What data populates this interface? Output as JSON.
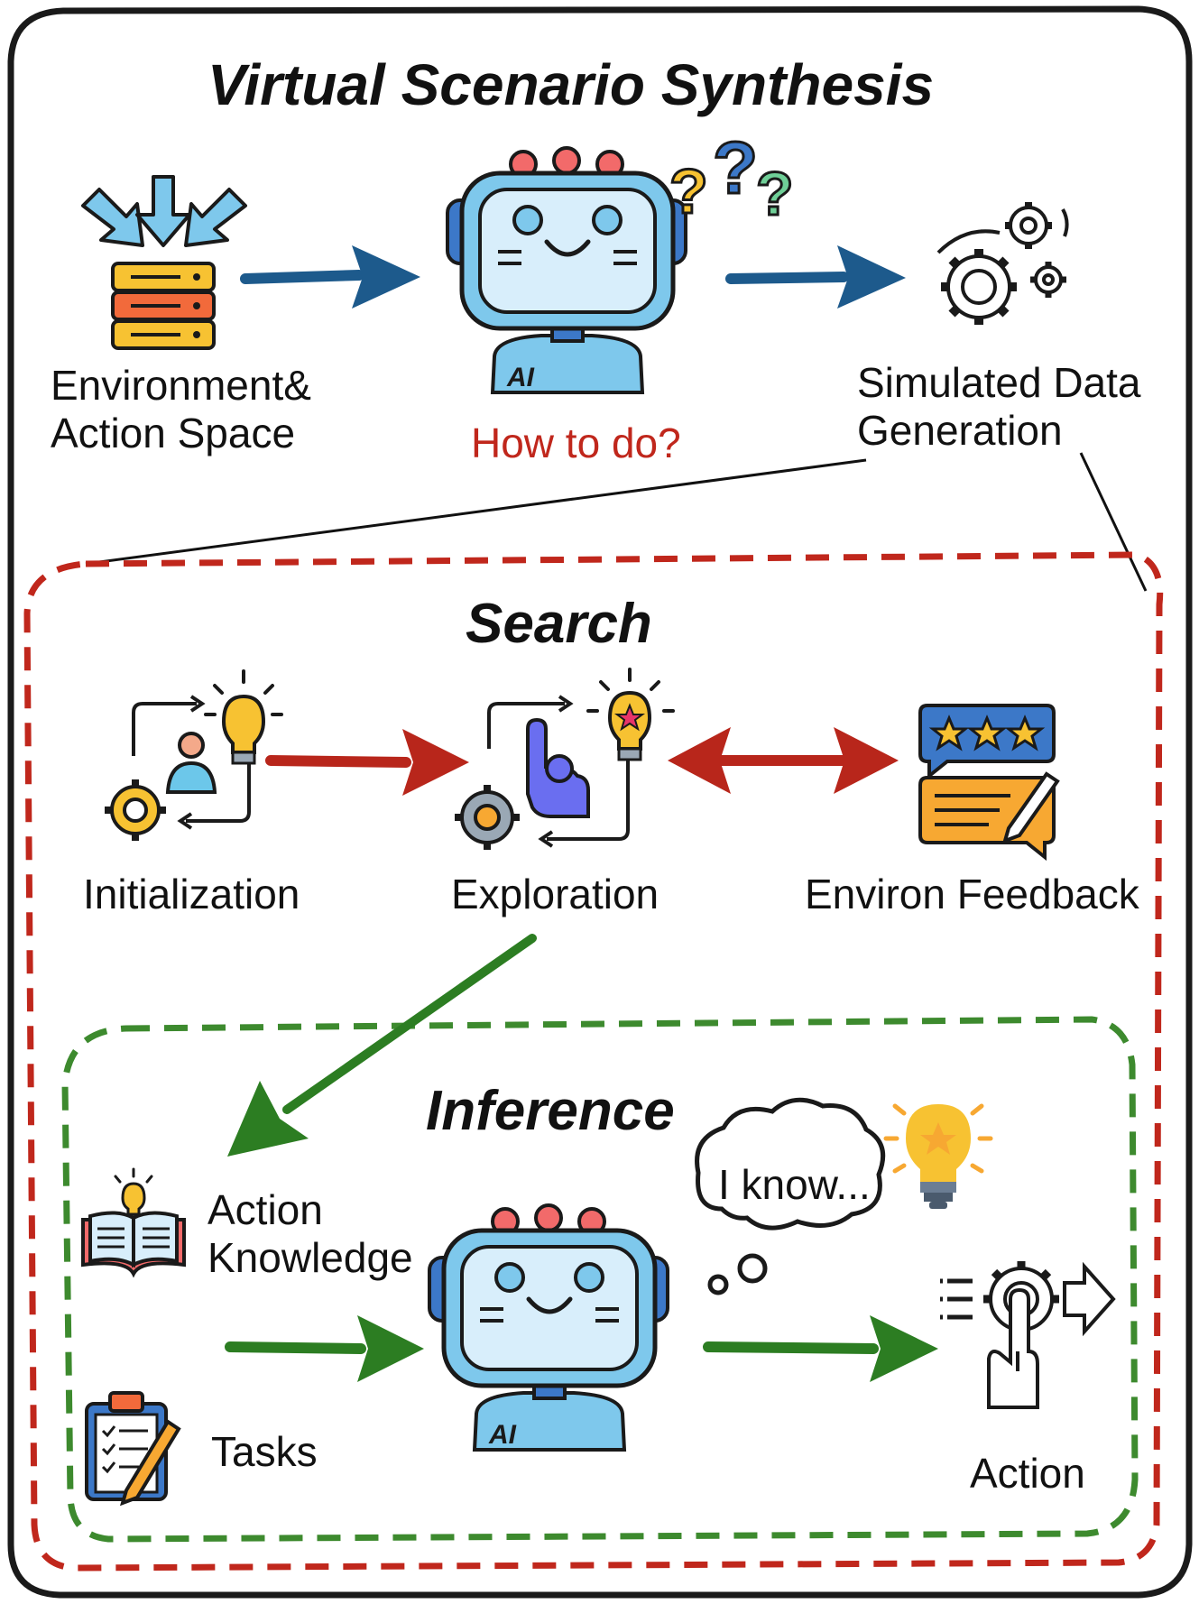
{
  "title": "Virtual Scenario Synthesis",
  "top": {
    "env_line1": "Environment&",
    "env_line2": "Action Space",
    "question": "How to do?",
    "sim_line1": "Simulated Data",
    "sim_line2": "Generation",
    "robot_badge": "AI"
  },
  "search": {
    "title": "Search",
    "initialization": "Initialization",
    "exploration": "Exploration",
    "feedback": "Environ Feedback"
  },
  "inference": {
    "title": "Inference",
    "knowledge_line1": "Action",
    "knowledge_line2": "Knowledge",
    "tasks": "Tasks",
    "thought": "I know...",
    "action": "Action",
    "robot_badge": "AI"
  },
  "icons": {
    "environment": "server-stack-icon",
    "robot": "ai-robot-icon",
    "question": "question-marks-icon",
    "gears": "gears-icon",
    "initialization": "initialization-cycle-icon",
    "exploration": "exploration-cycle-icon",
    "feedback": "rating-feedback-icon",
    "knowledge": "knowledge-book-icon",
    "tasks": "clipboard-tasks-icon",
    "idea": "lightbulb-icon",
    "action": "action-gesture-icon"
  },
  "colors": {
    "blue_arrow": "#1d5a8c",
    "red_arrow": "#b8261b",
    "green_arrow": "#2c7d22",
    "red_border": "#c0271c",
    "green_border": "#3d8a2e",
    "question_text": "#c0271c"
  }
}
